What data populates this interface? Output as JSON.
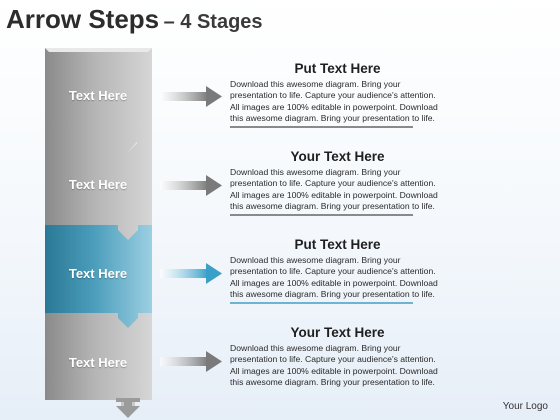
{
  "title": {
    "main": "Arrow Steps",
    "sub": "– 4 Stages"
  },
  "colors": {
    "gray_dark": "#8d8d8d",
    "gray_light": "#d2d2d2",
    "teal_dark": "#2f7f9c",
    "teal_light": "#8dc7dc",
    "underline_gray": "#8a8a8a",
    "underline_teal": "#6fb3d0"
  },
  "stages": [
    {
      "label": "Text Here",
      "heading": "Put Text Here",
      "body": "Download this awesome diagram. Bring your presentation to life. Capture your audience's attention. All images are 100% editable in powerpoint. Download this awesome diagram. Bring your presentation to life.",
      "highlight": false
    },
    {
      "label": "Text Here",
      "heading": "Your Text Here",
      "body": "Download this awesome diagram. Bring your presentation to life. Capture your audience's attention. All images are 100% editable in powerpoint. Download this awesome diagram. Bring your presentation to life.",
      "highlight": false
    },
    {
      "label": "Text Here",
      "heading": "Put Text Here",
      "body": "Download this awesome diagram. Bring your presentation to life. Capture your audience's attention. All images are 100% editable in powerpoint. Download this awesome diagram. Bring your presentation to life.",
      "highlight": true
    },
    {
      "label": "Text Here",
      "heading": "Your Text Here",
      "body": "Download this awesome diagram. Bring your presentation to life. Capture your audience's attention. All images are 100% editable in powerpoint. Download this awesome diagram. Bring your presentation to life.",
      "highlight": false
    }
  ],
  "logo": "Your Logo"
}
